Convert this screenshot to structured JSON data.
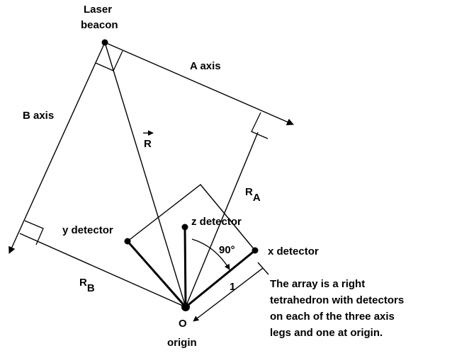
{
  "labels": {
    "laser_line1": "Laser",
    "laser_line2": "beacon",
    "a_axis": "A axis",
    "b_axis": "B axis",
    "r_vector": "R",
    "r_a_main": "R",
    "r_a_sub": "A",
    "r_b_main": "R",
    "r_b_sub": "B",
    "z_detector": "z detector",
    "y_detector": "y detector",
    "x_detector": "x detector",
    "angle": "90°",
    "unit_length": "1",
    "origin_letter": "O",
    "origin_word": "origin"
  },
  "caption": {
    "line1": "The array is a right",
    "line2": "tetrahedron with detectors",
    "line3": "on each of the three axis",
    "line4": "legs and one at origin."
  }
}
